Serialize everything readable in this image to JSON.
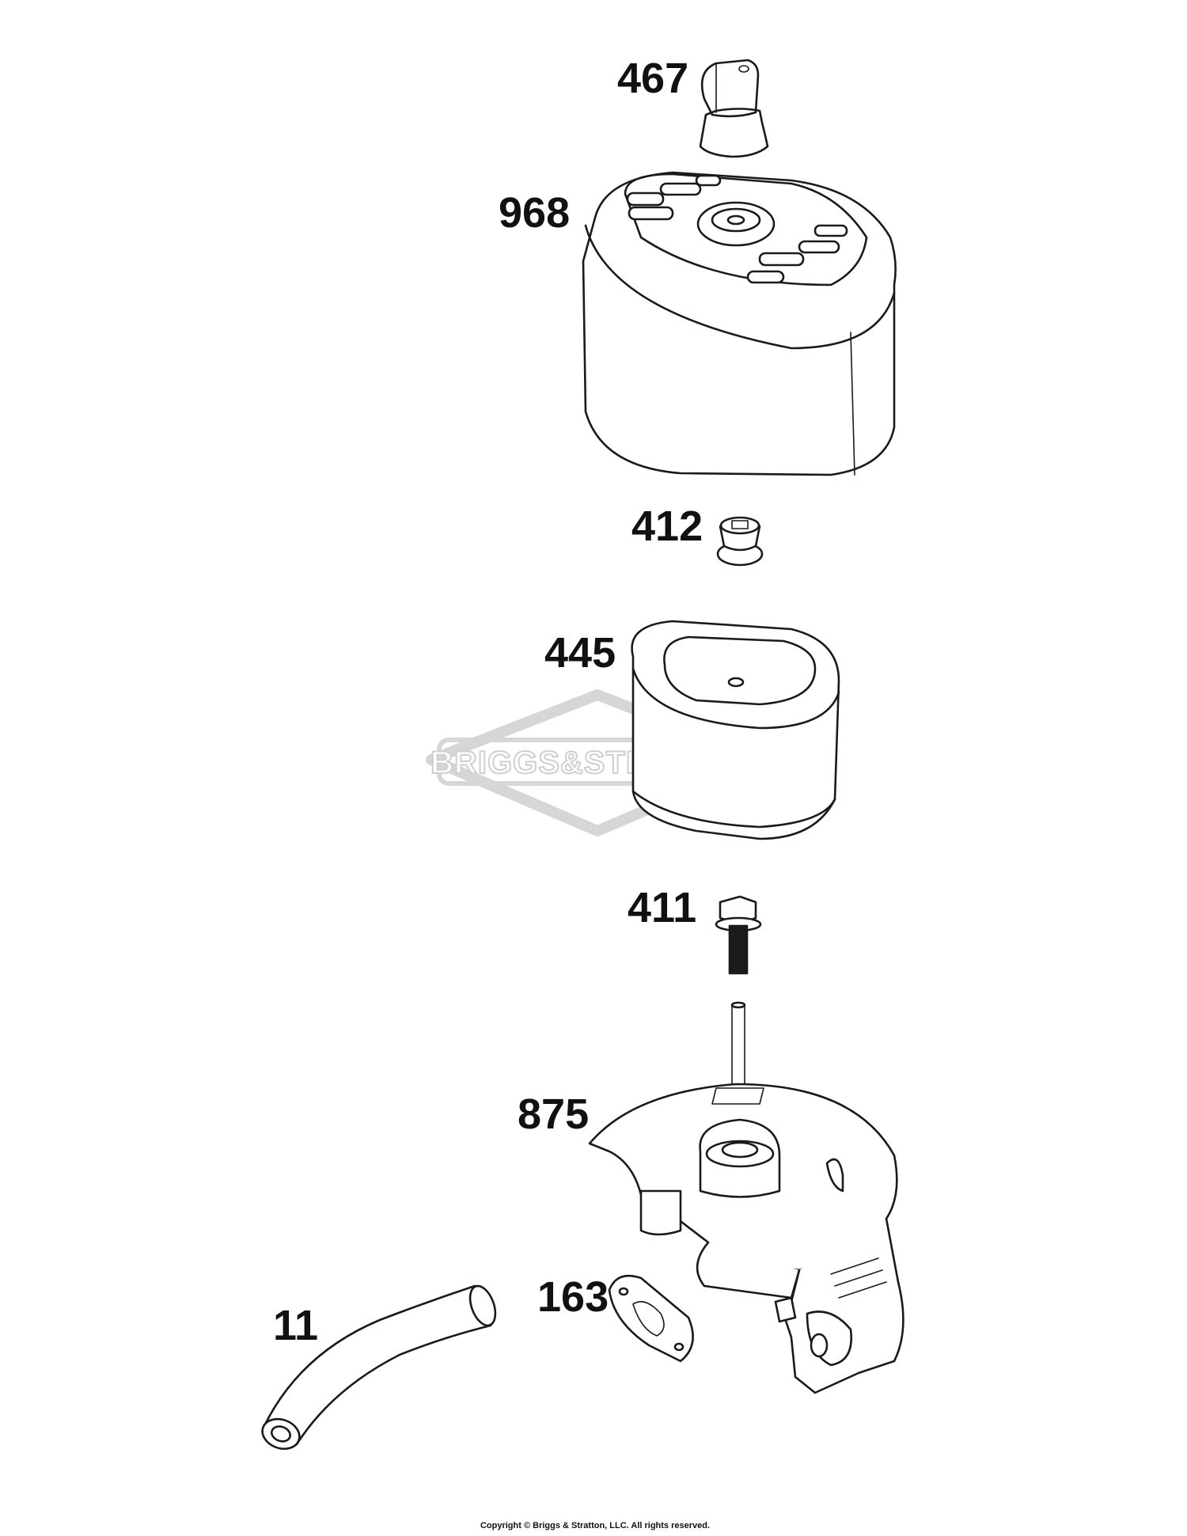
{
  "watermark": {
    "text": "BRIGGS&STRATTON",
    "mark": "®"
  },
  "callouts": [
    {
      "id": "p467",
      "label": "467"
    },
    {
      "id": "p968",
      "label": "968"
    },
    {
      "id": "p412",
      "label": "412"
    },
    {
      "id": "p445",
      "label": "445"
    },
    {
      "id": "p411",
      "label": "411"
    },
    {
      "id": "p875",
      "label": "875"
    },
    {
      "id": "p163",
      "label": "163"
    },
    {
      "id": "p11",
      "label": "11"
    }
  ],
  "footer": {
    "copyright": "Copyright © Briggs & Stratton, LLC. All rights reserved."
  }
}
